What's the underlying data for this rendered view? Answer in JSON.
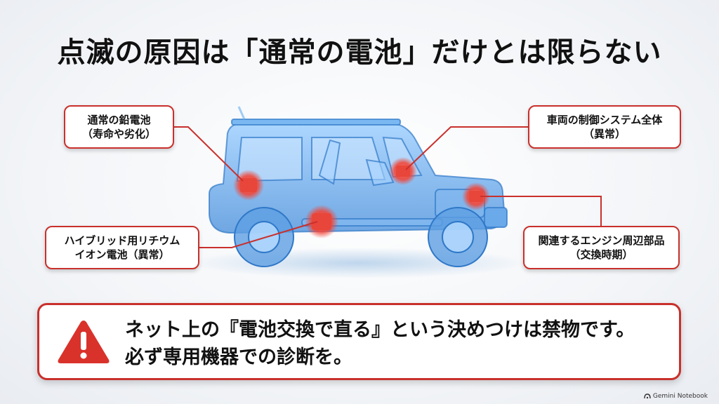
{
  "title": "点滅の原因は「通常の電池」だけとは限らない",
  "callouts": {
    "lead_battery": {
      "line1": "通常の鉛電池",
      "line2": "（寿命や劣化）"
    },
    "control_system": {
      "line1": "車両の制御システム全体",
      "line2": "（異常）"
    },
    "hybrid_battery": {
      "line1": "ハイブリッド用リチウム",
      "line2": "イオン電池（異常）"
    },
    "engine_parts": {
      "line1": "関連するエンジン周辺部品",
      "line2": "（交換時期）"
    }
  },
  "warning": {
    "icon": "warning-triangle-icon",
    "line1": "ネット上の『電池交換で直る』という決めつけは禁物です。",
    "line2": "必ず専用機器での診断を。"
  },
  "colors": {
    "accent": "#c9302c",
    "car": "#5aa3e8",
    "highlight": "#e8463a"
  },
  "watermark": {
    "icon": "notebook-icon",
    "text": "Gemini Notebook"
  }
}
